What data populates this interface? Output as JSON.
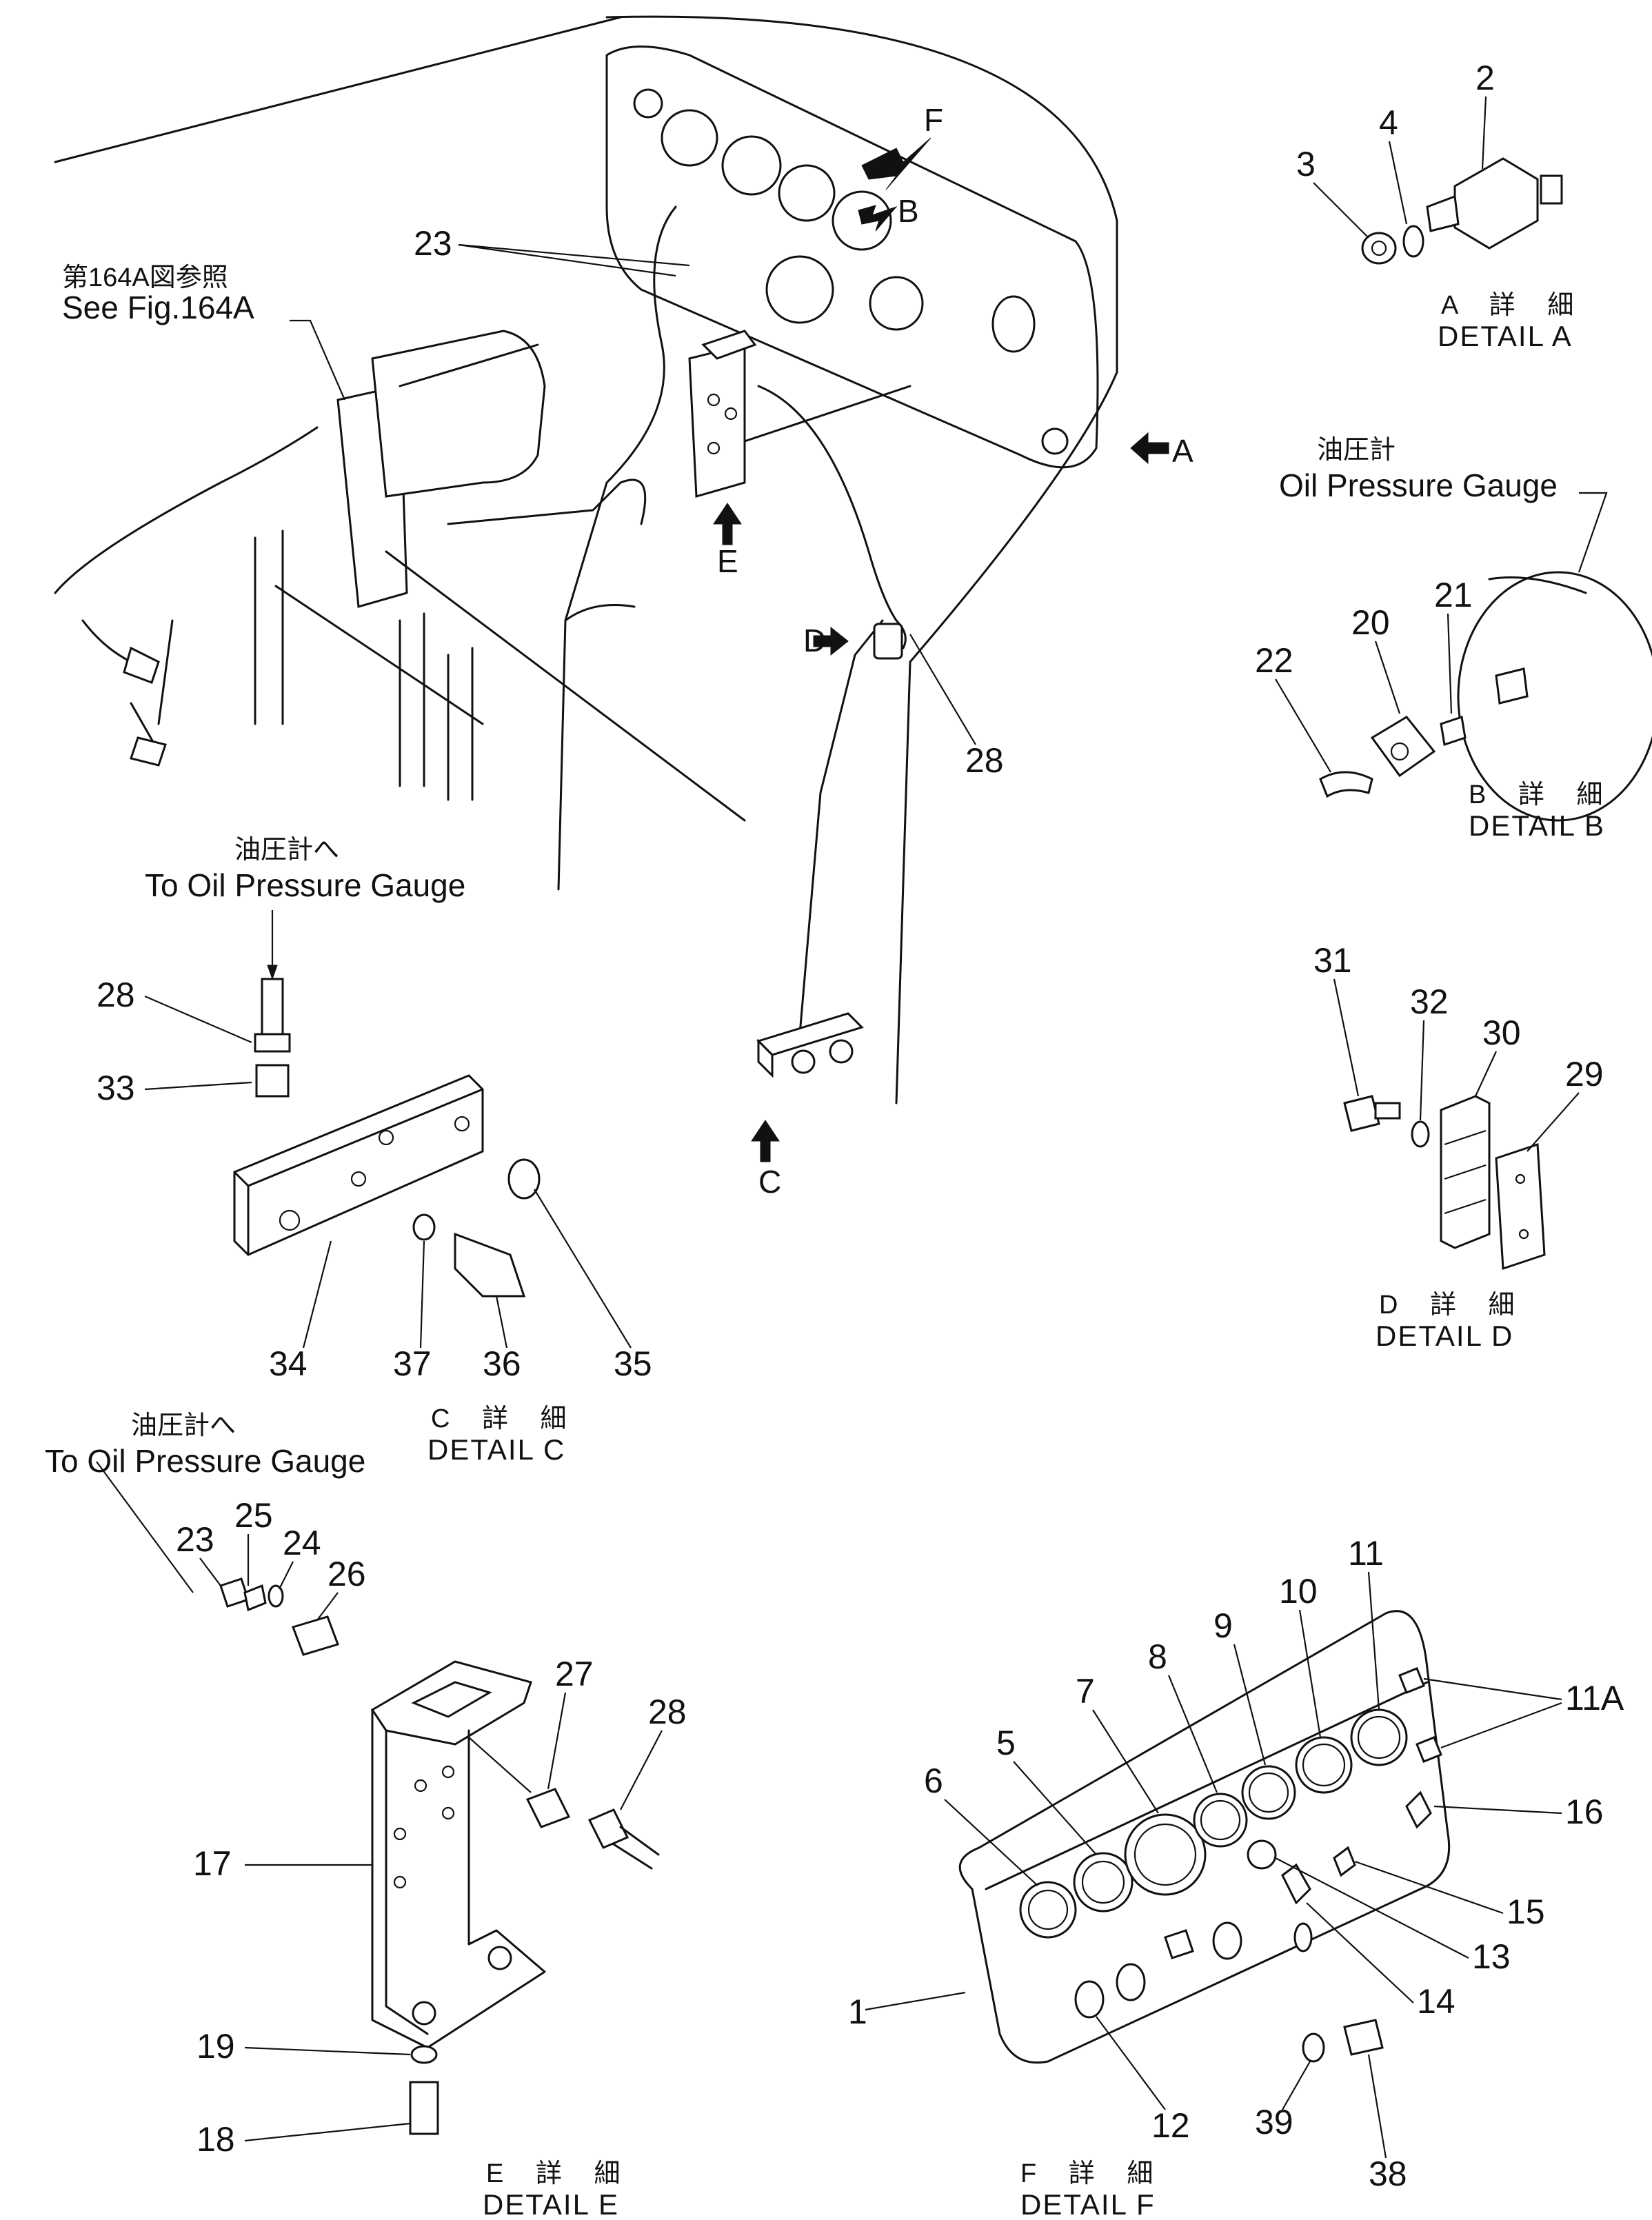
{
  "references": {
    "fig_ref_jp": "第164A図参照",
    "fig_ref_en": "See Fig.164A"
  },
  "view_arrows": [
    "F",
    "B",
    "A",
    "E",
    "D",
    "C"
  ],
  "labels": {
    "oil_gauge_jp": "油圧計",
    "oil_gauge_en": "Oil Pressure Gauge",
    "to_gauge_jp": "油圧計へ",
    "to_gauge_en": "To Oil Pressure Gauge",
    "to_gauge_jp_2": "油圧計へ",
    "to_gauge_en_2": "To Oil Pressure Gauge"
  },
  "details": {
    "A": {
      "jp": "A 詳 細",
      "en": "DETAIL A"
    },
    "B": {
      "jp": "B 詳 細",
      "en": "DETAIL B"
    },
    "C": {
      "jp": "C 詳 細",
      "en": "DETAIL C"
    },
    "D": {
      "jp": "D 詳 細",
      "en": "DETAIL D"
    },
    "E": {
      "jp": "E 詳 細",
      "en": "DETAIL E"
    },
    "F": {
      "jp": "F 詳 細",
      "en": "DETAIL F"
    }
  },
  "part_numbers": {
    "main": [
      "23",
      "28"
    ],
    "detail_a": [
      "2",
      "4",
      "3"
    ],
    "detail_b": [
      "20",
      "21",
      "22"
    ],
    "detail_c": [
      "28",
      "33",
      "34",
      "37",
      "36",
      "35"
    ],
    "detail_d": [
      "31",
      "32",
      "30",
      "29"
    ],
    "detail_e": [
      "23",
      "25",
      "24",
      "26",
      "27",
      "28",
      "17",
      "19",
      "18"
    ],
    "detail_f": [
      "11",
      "10",
      "9",
      "8",
      "7",
      "5",
      "6",
      "11A",
      "16",
      "15",
      "13",
      "14",
      "1",
      "12",
      "39",
      "38"
    ]
  }
}
